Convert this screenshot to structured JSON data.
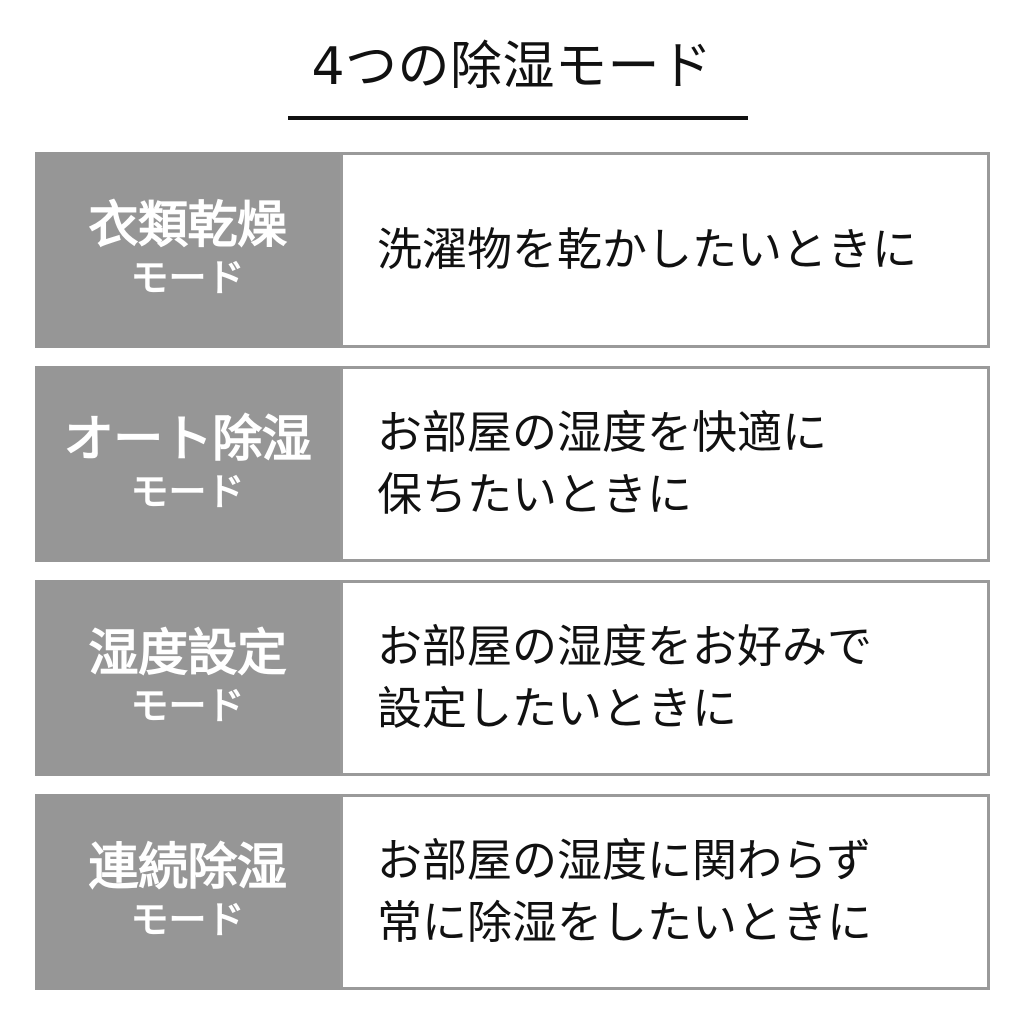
{
  "page": {
    "title": "4つの除湿モード",
    "background_color": "#ffffff",
    "accent_gray": "#969696",
    "border_gray": "#9a9a9a",
    "text_color": "#111111",
    "label_text_color": "#ffffff"
  },
  "table": {
    "rows": [
      {
        "label_main": "衣類乾燥",
        "label_sub": "モード",
        "description_lines": [
          "洗濯物を乾かしたいときに"
        ]
      },
      {
        "label_main": "オート除湿",
        "label_sub": "モード",
        "description_lines": [
          "お部屋の湿度を快適に",
          "保ちたいときに"
        ]
      },
      {
        "label_main": "湿度設定",
        "label_sub": "モード",
        "description_lines": [
          "お部屋の湿度をお好みで",
          "設定したいときに"
        ]
      },
      {
        "label_main": "連続除湿",
        "label_sub": "モード",
        "description_lines": [
          "お部屋の湿度に関わらず",
          "常に除湿をしたいときに"
        ]
      }
    ]
  }
}
